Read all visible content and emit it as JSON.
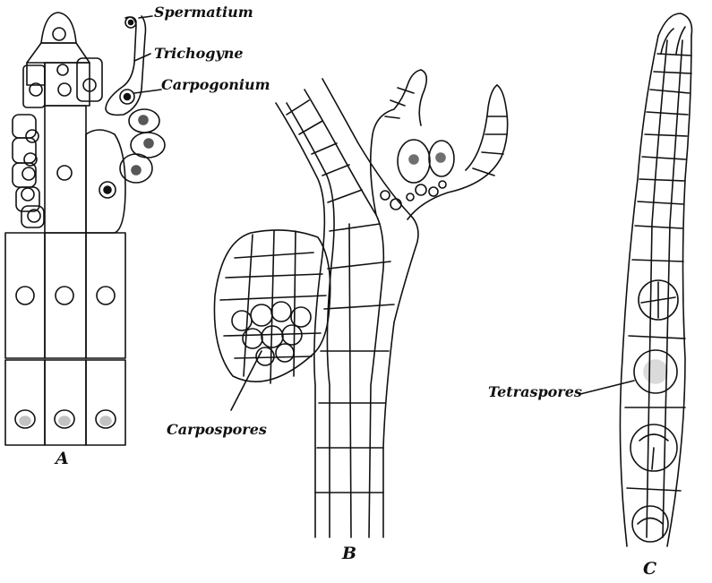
{
  "figure": {
    "panels": [
      {
        "id": "A",
        "label": "A",
        "annotations": [
          "Spermatium",
          "Trichogyne",
          "Carpogonium"
        ]
      },
      {
        "id": "B",
        "label": "B",
        "annotations": [
          "Carpospores"
        ]
      },
      {
        "id": "C",
        "label": "C",
        "annotations": [
          "Tetraspores"
        ]
      }
    ],
    "colors": {
      "ink": "#111111",
      "paper": "#ffffff"
    }
  }
}
